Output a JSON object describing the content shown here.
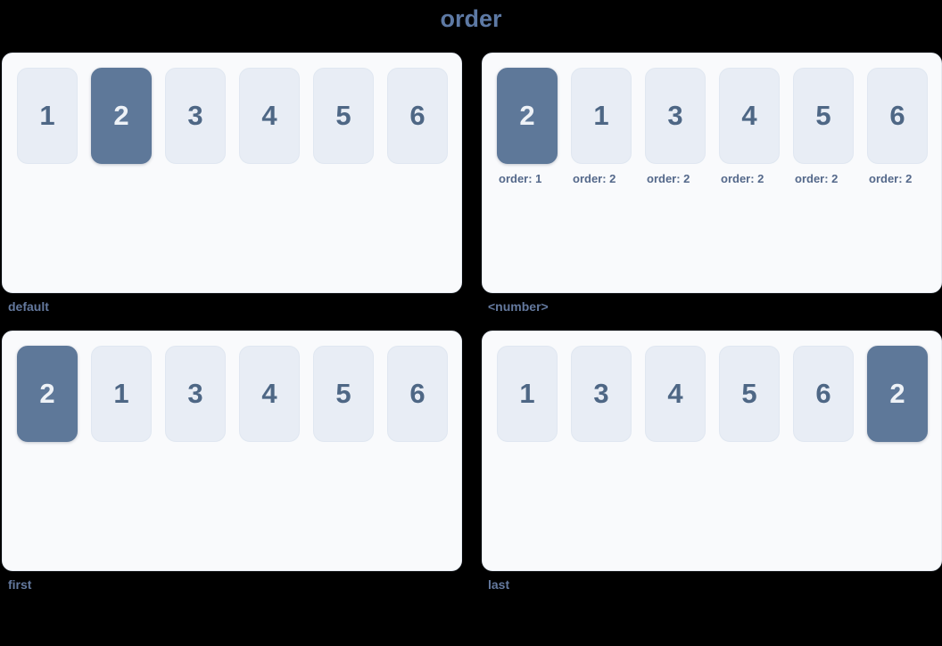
{
  "title": "order",
  "colors": {
    "page_background": "#000000",
    "panel_background": "#f9fafc",
    "card_background": "#e8edf5",
    "card_highlight_background": "#5e7899",
    "card_text": "#4e6785",
    "card_highlight_text": "#eef2f7",
    "title_text": "#5d79a4",
    "caption_text": "#64799e",
    "order_label_text": "#54688a"
  },
  "panels": [
    {
      "caption": "default",
      "show_order_labels": false,
      "cards": [
        {
          "label": "1",
          "highlighted": false
        },
        {
          "label": "2",
          "highlighted": true
        },
        {
          "label": "3",
          "highlighted": false
        },
        {
          "label": "4",
          "highlighted": false
        },
        {
          "label": "5",
          "highlighted": false
        },
        {
          "label": "6",
          "highlighted": false
        }
      ]
    },
    {
      "caption": "<number>",
      "show_order_labels": true,
      "cards": [
        {
          "label": "2",
          "highlighted": true,
          "order_label": "order: 1"
        },
        {
          "label": "1",
          "highlighted": false,
          "order_label": "order: 2"
        },
        {
          "label": "3",
          "highlighted": false,
          "order_label": "order: 2"
        },
        {
          "label": "4",
          "highlighted": false,
          "order_label": "order: 2"
        },
        {
          "label": "5",
          "highlighted": false,
          "order_label": "order: 2"
        },
        {
          "label": "6",
          "highlighted": false,
          "order_label": "order: 2"
        }
      ]
    },
    {
      "caption": "first",
      "show_order_labels": false,
      "cards": [
        {
          "label": "2",
          "highlighted": true
        },
        {
          "label": "1",
          "highlighted": false
        },
        {
          "label": "3",
          "highlighted": false
        },
        {
          "label": "4",
          "highlighted": false
        },
        {
          "label": "5",
          "highlighted": false
        },
        {
          "label": "6",
          "highlighted": false
        }
      ]
    },
    {
      "caption": "last",
      "show_order_labels": false,
      "cards": [
        {
          "label": "1",
          "highlighted": false
        },
        {
          "label": "3",
          "highlighted": false
        },
        {
          "label": "4",
          "highlighted": false
        },
        {
          "label": "5",
          "highlighted": false
        },
        {
          "label": "6",
          "highlighted": false
        },
        {
          "label": "2",
          "highlighted": true
        }
      ]
    }
  ]
}
